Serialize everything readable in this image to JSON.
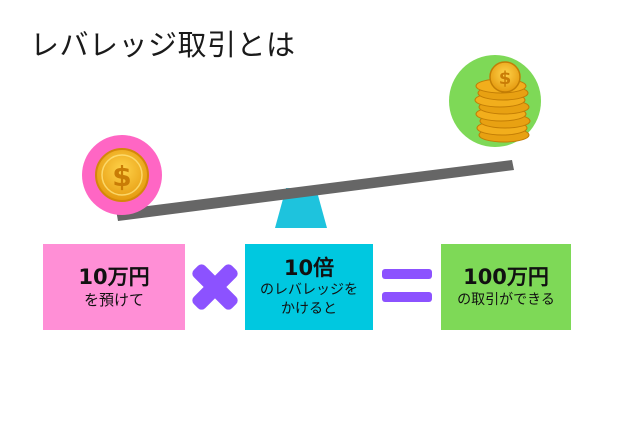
{
  "title": "レバレッジ取引とは",
  "colors": {
    "pink": "#ff8fd6",
    "cyan": "#00c8e0",
    "green": "#7ed957",
    "purple": "#8c52ff",
    "coin": "#f5b21f",
    "beam": "#666666"
  },
  "icons": {
    "small_coin": "dollar-coin-icon",
    "coin_stack": "coin-stack-icon",
    "multiply": "multiply-icon",
    "equals": "equals-icon"
  },
  "deposit": {
    "amount": "10万円",
    "caption": "を預けて"
  },
  "leverage": {
    "ratio": "10倍",
    "caption_line1": "のレバレッジを",
    "caption_line2": "かけると"
  },
  "result": {
    "amount": "100万円",
    "caption": "の取引ができる"
  }
}
